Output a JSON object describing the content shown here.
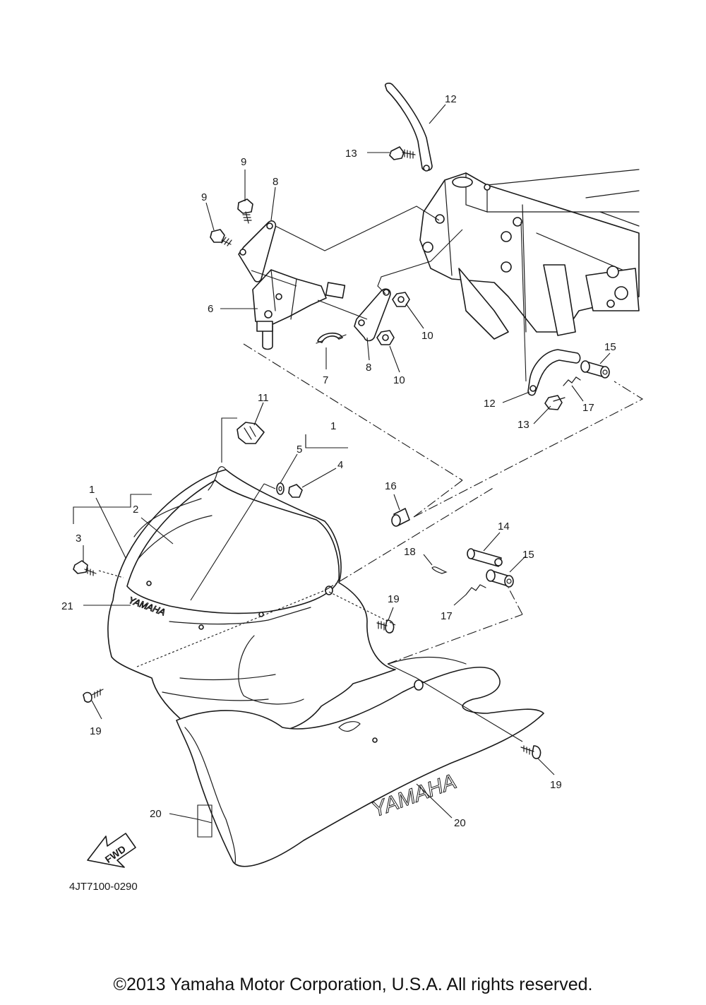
{
  "callouts": {
    "c1a": "1",
    "c1b": "1",
    "c2": "2",
    "c3": "3",
    "c4": "4",
    "c5": "5",
    "c6": "6",
    "c7": "7",
    "c8a": "8",
    "c8b": "8",
    "c9a": "9",
    "c9b": "9",
    "c10a": "10",
    "c10b": "10",
    "c11": "11",
    "c12a": "12",
    "c12b": "12",
    "c13a": "13",
    "c13b": "13",
    "c14": "14",
    "c15a": "15",
    "c15b": "15",
    "c16": "16",
    "c17a": "17",
    "c17b": "17",
    "c18": "18",
    "c19a": "19",
    "c19b": "19",
    "c19c": "19",
    "c20a": "20",
    "c20b": "20",
    "c21": "21"
  },
  "brand_small": "YAMAHA",
  "brand_large": "YAMAHA",
  "fwd_label": "FWD",
  "diagram_code": "4JT7100-0290",
  "copyright": "©2013 Yamaha Motor Corporation, U.S.A. All rights reserved."
}
